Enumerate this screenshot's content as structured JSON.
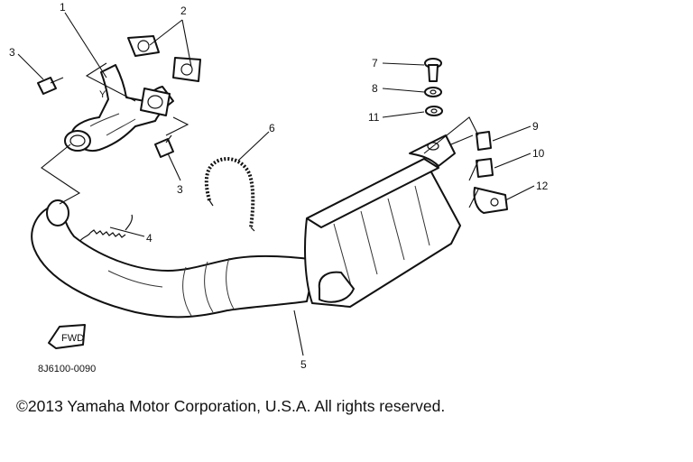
{
  "diagram": {
    "callouts": [
      "1",
      "2",
      "3",
      "3",
      "4",
      "5",
      "6",
      "7",
      "8",
      "9",
      "10",
      "11",
      "12"
    ],
    "front_marker": "FWD",
    "part_code": "8J6100-0090"
  },
  "footer": {
    "copyright": "©2013 Yamaha Motor Corporation, U.S.A. All rights reserved."
  }
}
